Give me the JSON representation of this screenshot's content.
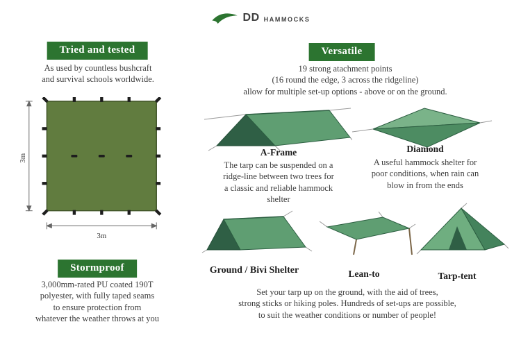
{
  "logo": {
    "brand": "DD",
    "brand_suffix": "HAMMOCKS"
  },
  "colors": {
    "badge_green": "#2c7430",
    "tarp_olive": "#617c3f",
    "illustration_green": "#5f9e72",
    "logo_green": "#2c7430"
  },
  "left": {
    "tried": {
      "badge": "Tried and tested",
      "text": "As used by countless bushcraft\nand survival schools worldwide."
    },
    "diagram": {
      "side_label": "3m",
      "bottom_label": "3m"
    },
    "storm": {
      "badge": "Stormproof",
      "text": "3,000mm-rated PU coated 190T\npolyester, with fully taped seams\nto ensure protection from\nwhatever the weather throws at you"
    }
  },
  "right": {
    "versatile": {
      "badge": "Versatile",
      "text": "19 strong atachment points\n(16 round the edge, 3 across the ridgeline)\nallow for multiple set-up options - above or on the ground."
    },
    "setups": [
      {
        "name": "A-Frame",
        "desc": "The tarp can be suspended on a\nridge-line between two trees for\na classic and reliable hammock\nshelter"
      },
      {
        "name": "Diamond",
        "desc": "A useful hammock shelter for\npoor conditions, when rain can\nblow in from the ends"
      },
      {
        "name": "Ground / Bivi Shelter"
      },
      {
        "name": "Lean-to"
      },
      {
        "name": "Tarp-tent"
      }
    ],
    "ground_text": "Set your tarp up on the ground, with the aid of trees,\nstrong sticks or hiking poles. Hundreds of set-ups are possible,\nto suit the weather conditions or number of people!"
  }
}
